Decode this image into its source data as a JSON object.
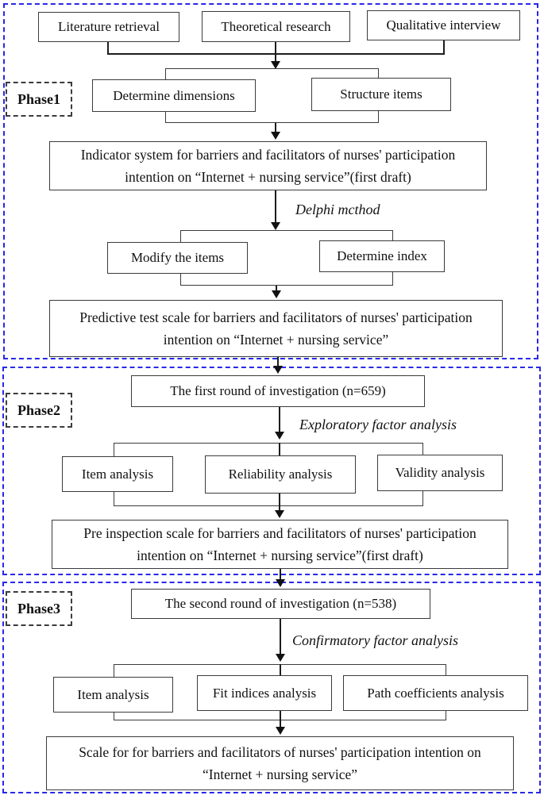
{
  "colors": {
    "phase_border_blue": "#2828e8",
    "box_border": "#3b3b3b",
    "text": "#111111"
  },
  "phase1": {
    "label": "Phase1",
    "sources": [
      "Literature retrieval",
      "Theoretical research",
      "Qualitative interview"
    ],
    "step1_left": "Determine dimensions",
    "step1_right": "Structure items",
    "result1_line1": "Indicator system for barriers and facilitators of nurses' participation",
    "result1_line2": "intention on “Internet + nursing service”(first draft)",
    "method": "Delphi mcthod",
    "step2_left": "Modify the items",
    "step2_right": "Determine index",
    "result2_line1": "Predictive test scale for barriers and facilitators of nurses' participation",
    "result2_line2": "intention on “Internet + nursing service”"
  },
  "phase2": {
    "label": "Phase2",
    "input": "The first round of investigation (n=659)",
    "method": "Exploratory factor analysis",
    "steps": [
      "Item analysis",
      "Reliability analysis",
      "Validity analysis"
    ],
    "result_line1": "Pre inspection scale for barriers and facilitators of nurses' participation",
    "result_line2": "intention on “Internet + nursing service”(first draft)"
  },
  "phase3": {
    "label": "Phase3",
    "input": "The second round of investigation (n=538)",
    "method": "Confirmatory factor analysis",
    "steps": [
      "Item analysis",
      "Fit indices analysis",
      "Path coefficients analysis"
    ],
    "result_line1": "Scale for for barriers and facilitators of nurses' participation intention on",
    "result_line2": "“Internet + nursing service”"
  }
}
